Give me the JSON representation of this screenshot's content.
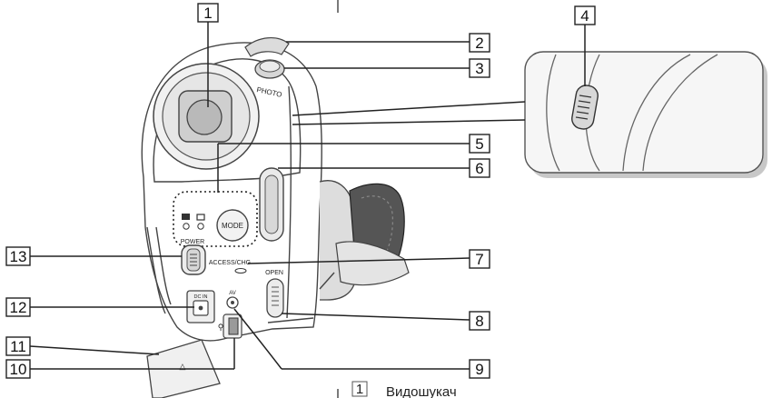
{
  "callouts": [
    "1",
    "2",
    "3",
    "4",
    "5",
    "6",
    "7",
    "8",
    "9",
    "10",
    "11",
    "12",
    "13"
  ],
  "device_labels": {
    "photo": "PHOTO",
    "mode": "MODE",
    "power": "POWER",
    "access_chg": "ACCESS/CHG",
    "open": "OPEN",
    "dcin": "DC IN",
    "av": "AV"
  },
  "caption": {
    "number": "1",
    "text": "Видошукач"
  }
}
